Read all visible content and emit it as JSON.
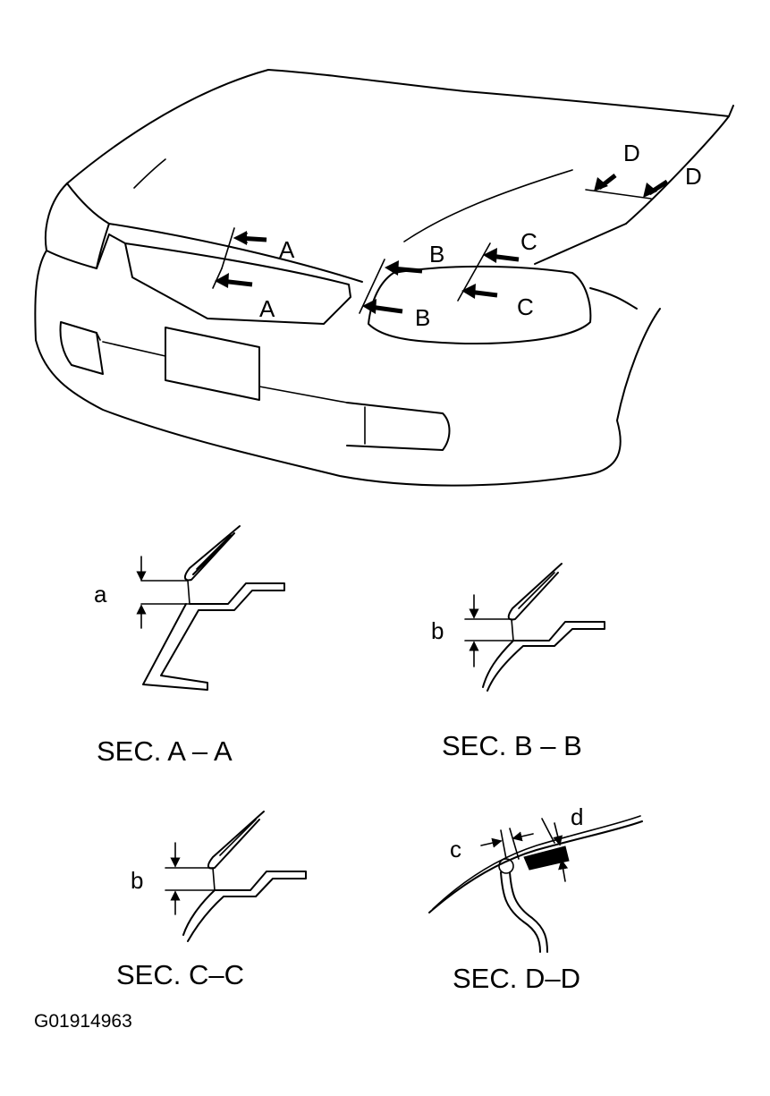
{
  "car_view": {
    "arrow_labels": {
      "a_upper": "A",
      "a_lower": "A",
      "b_upper": "B",
      "b_lower": "B",
      "c_upper": "C",
      "c_lower": "C",
      "d_upper": "D",
      "d_lower": "D"
    }
  },
  "sections": {
    "aa": {
      "title": "SEC. A – A",
      "dim_label": "a"
    },
    "bb": {
      "title": "SEC. B – B",
      "dim_label": "b"
    },
    "cc": {
      "title": "SEC. C–C",
      "dim_label": "b"
    },
    "dd": {
      "title": "SEC. D–D",
      "dim_label_left": "c",
      "dim_label_right": "d"
    }
  },
  "figure_code": "G01914963"
}
